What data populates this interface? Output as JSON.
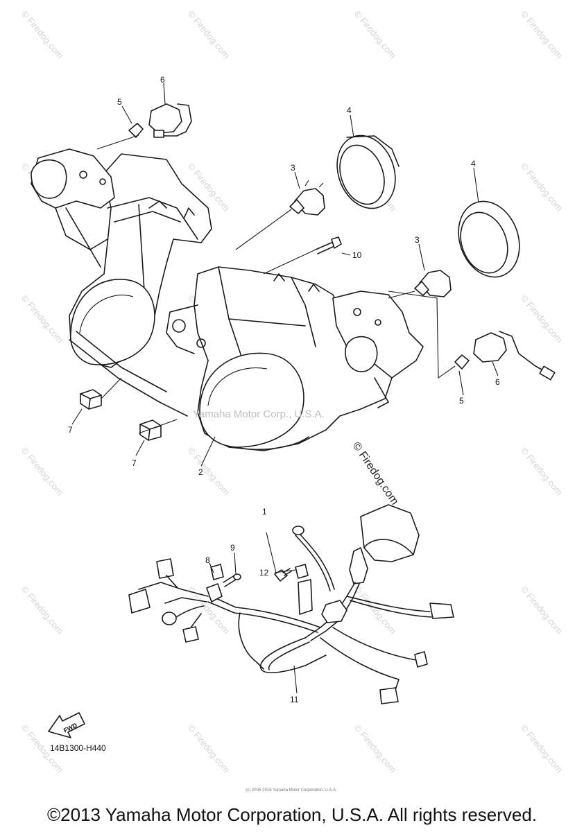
{
  "watermark_text": "© Firedog.com",
  "center_watermark": "© Firedog.com",
  "ghost_watermark": "Yamaha Motor Corp., U.S.A.",
  "callouts": [
    "1",
    "2",
    "3",
    "3",
    "4",
    "4",
    "5",
    "5",
    "6",
    "6",
    "7",
    "7",
    "8",
    "9",
    "10",
    "11",
    "12"
  ],
  "fwd_label": "FWD",
  "diagram_code": "14B1300-H440",
  "footer_small": "(c) 2005-2015 Yamaha Motor Corporation, U.S.A.",
  "copyright": "©2013 Yamaha Motor Corporation, U.S.A. All rights reserved."
}
